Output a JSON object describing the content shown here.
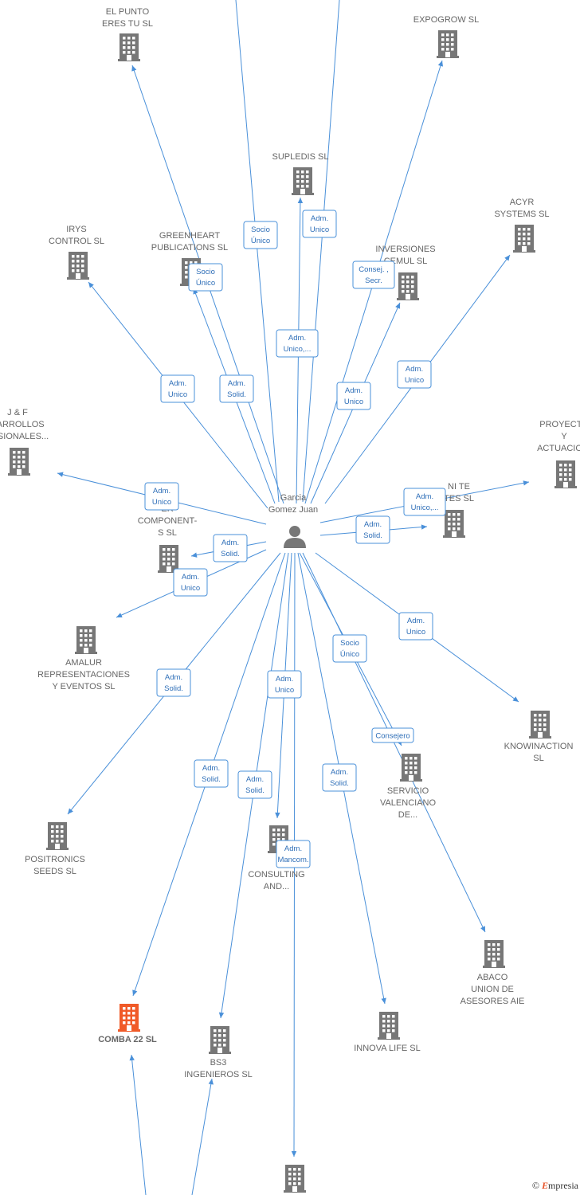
{
  "center": {
    "name_line1": "Garcia",
    "name_line2": "Gomez Juan",
    "icon": "person-icon"
  },
  "nodes": [
    {
      "id": "el-punto",
      "lines": [
        "EL PUNTO",
        "ERES TU  SL"
      ],
      "color": "#777777"
    },
    {
      "id": "expogrow",
      "lines": [
        "EXPOGROW SL"
      ],
      "color": "#777777"
    },
    {
      "id": "supledis",
      "lines": [
        "SUPLEDIS SL"
      ],
      "color": "#777777"
    },
    {
      "id": "acyr",
      "lines": [
        "ACYR",
        "SYSTEMS  SL"
      ],
      "color": "#777777"
    },
    {
      "id": "irys",
      "lines": [
        "IRYS",
        "CONTROL SL"
      ],
      "color": "#777777"
    },
    {
      "id": "greenheart",
      "lines": [
        "GREENHEART",
        "PUBLICATIONS SL"
      ],
      "color": "#777777"
    },
    {
      "id": "inversiones",
      "lines": [
        "INVERSIONES",
        "CEMUL SL"
      ],
      "color": "#777777"
    },
    {
      "id": "jf",
      "lines": [
        "J & F",
        "SARROLLOS",
        "FESIONALES..."
      ],
      "color": "#777777"
    },
    {
      "id": "proyectos",
      "lines": [
        "PROYECTO",
        "Y",
        "ACTUACIONI"
      ],
      "color": "#777777"
    },
    {
      "id": "component",
      "lines": [
        "ER",
        "COMPONENT-",
        "S  SL"
      ],
      "color": "#777777"
    },
    {
      "id": "nite",
      "lines": [
        "NI TE",
        "TES  SL"
      ],
      "color": "#777777"
    },
    {
      "id": "amalur",
      "lines": [
        "AMALUR",
        "REPRESENTACIONES",
        "Y EVENTOS SL"
      ],
      "color": "#777777"
    },
    {
      "id": "knowinaction",
      "lines": [
        "KNOWINACTION",
        "SL"
      ],
      "color": "#777777"
    },
    {
      "id": "servicio",
      "lines": [
        "SERVICIO",
        "VALENCIANO",
        "DE..."
      ],
      "color": "#777777"
    },
    {
      "id": "positronics",
      "lines": [
        "POSITRONICS",
        "SEEDS SL"
      ],
      "color": "#777777"
    },
    {
      "id": "consulting",
      "lines": [
        "CONSULTING",
        "AND..."
      ],
      "color": "#777777"
    },
    {
      "id": "abaco",
      "lines": [
        "ABACO",
        "UNION DE",
        "ASESORES AIE"
      ],
      "color": "#777777"
    },
    {
      "id": "comba",
      "lines": [
        "COMBA 22  SL"
      ],
      "color": "#f05a28",
      "highlight": true
    },
    {
      "id": "bs3",
      "lines": [
        "BS3",
        "INGENIEROS  SL"
      ],
      "color": "#777777"
    },
    {
      "id": "innova",
      "lines": [
        "INNOVA LIFE  SL"
      ],
      "color": "#777777"
    },
    {
      "id": "bottom",
      "lines": [],
      "color": "#777777"
    }
  ],
  "roles": [
    {
      "id": "r1",
      "lines": [
        "Socio",
        "Único"
      ]
    },
    {
      "id": "r2",
      "lines": [
        "Adm.",
        "Unico"
      ]
    },
    {
      "id": "r3",
      "lines": [
        "Socio",
        "Único"
      ]
    },
    {
      "id": "r4",
      "lines": [
        "Consej. ,",
        "Secr."
      ]
    },
    {
      "id": "r5",
      "lines": [
        "Adm.",
        "Unico,..."
      ]
    },
    {
      "id": "r6",
      "lines": [
        "Adm.",
        "Unico"
      ]
    },
    {
      "id": "r7",
      "lines": [
        "Adm.",
        "Solid."
      ]
    },
    {
      "id": "r8",
      "lines": [
        "Adm.",
        "Unico"
      ]
    },
    {
      "id": "r9",
      "lines": [
        "Adm.",
        "Unico"
      ]
    },
    {
      "id": "r10",
      "lines": [
        "Adm.",
        "Unico"
      ]
    },
    {
      "id": "r11",
      "lines": [
        "Adm.",
        "Unico,..."
      ]
    },
    {
      "id": "r12",
      "lines": [
        "Adm.",
        "Solid."
      ]
    },
    {
      "id": "r13",
      "lines": [
        "Adm.",
        "Solid."
      ]
    },
    {
      "id": "r14",
      "lines": [
        "Adm.",
        "Unico"
      ]
    },
    {
      "id": "r15",
      "lines": [
        "Adm.",
        "Unico"
      ]
    },
    {
      "id": "r16",
      "lines": [
        "Socio",
        "Único"
      ]
    },
    {
      "id": "r17",
      "lines": [
        "Adm.",
        "Solid."
      ]
    },
    {
      "id": "r18",
      "lines": [
        "Adm.",
        "Unico"
      ]
    },
    {
      "id": "r19",
      "lines": [
        "Consejero"
      ]
    },
    {
      "id": "r20",
      "lines": [
        "Adm.",
        "Solid."
      ]
    },
    {
      "id": "r21",
      "lines": [
        "Adm.",
        "Solid."
      ]
    },
    {
      "id": "r22",
      "lines": [
        "Adm.",
        "Solid."
      ]
    },
    {
      "id": "r23",
      "lines": [
        "Adm.",
        "Mancom."
      ]
    }
  ],
  "brand": {
    "copyright": "©",
    "initial": "E",
    "rest": "mpresia"
  }
}
